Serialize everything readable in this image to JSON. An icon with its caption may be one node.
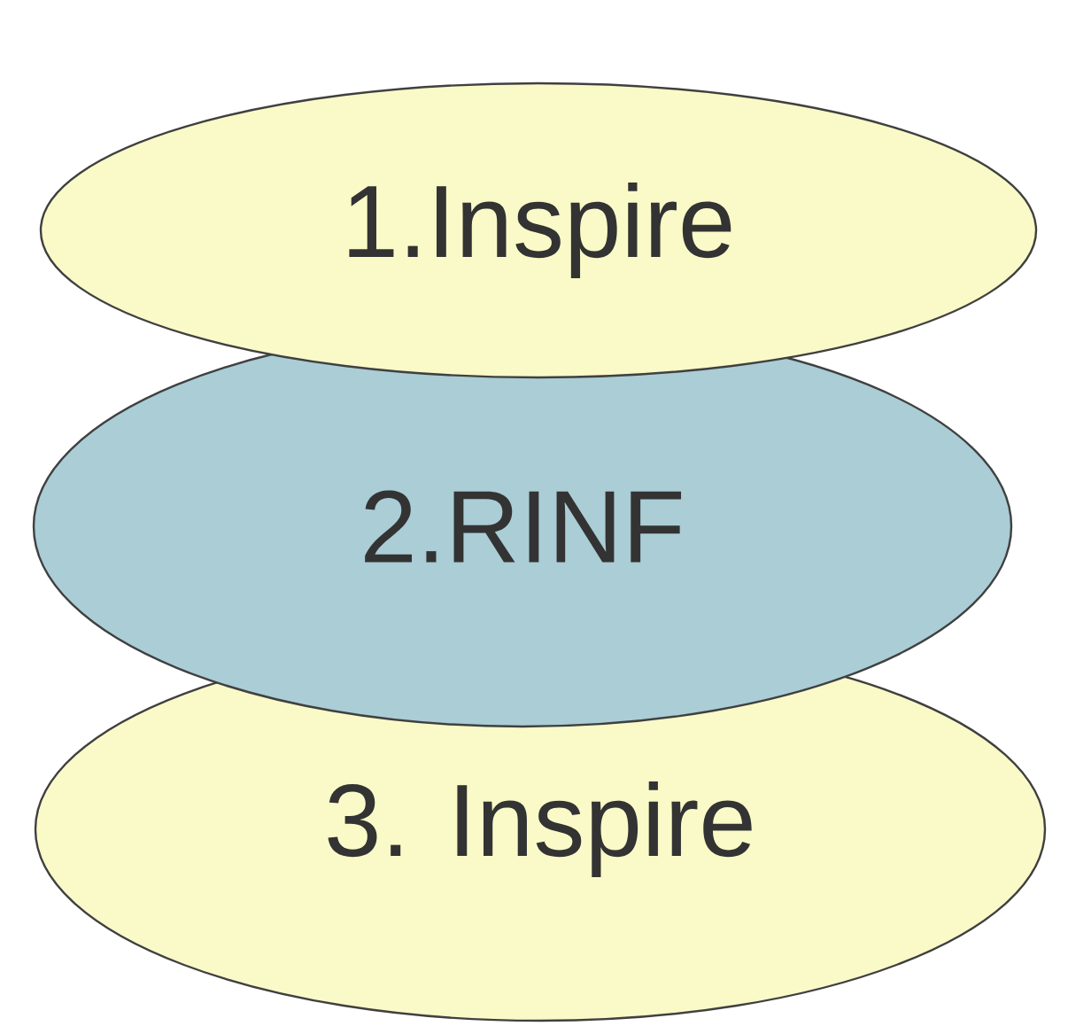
{
  "diagram": {
    "nodes": [
      {
        "text": [
          "1.Inspire"
        ]
      },
      {
        "text": [
          "2.RINF"
        ]
      },
      {
        "text": [
          "3. Inspire"
        ]
      }
    ]
  }
}
